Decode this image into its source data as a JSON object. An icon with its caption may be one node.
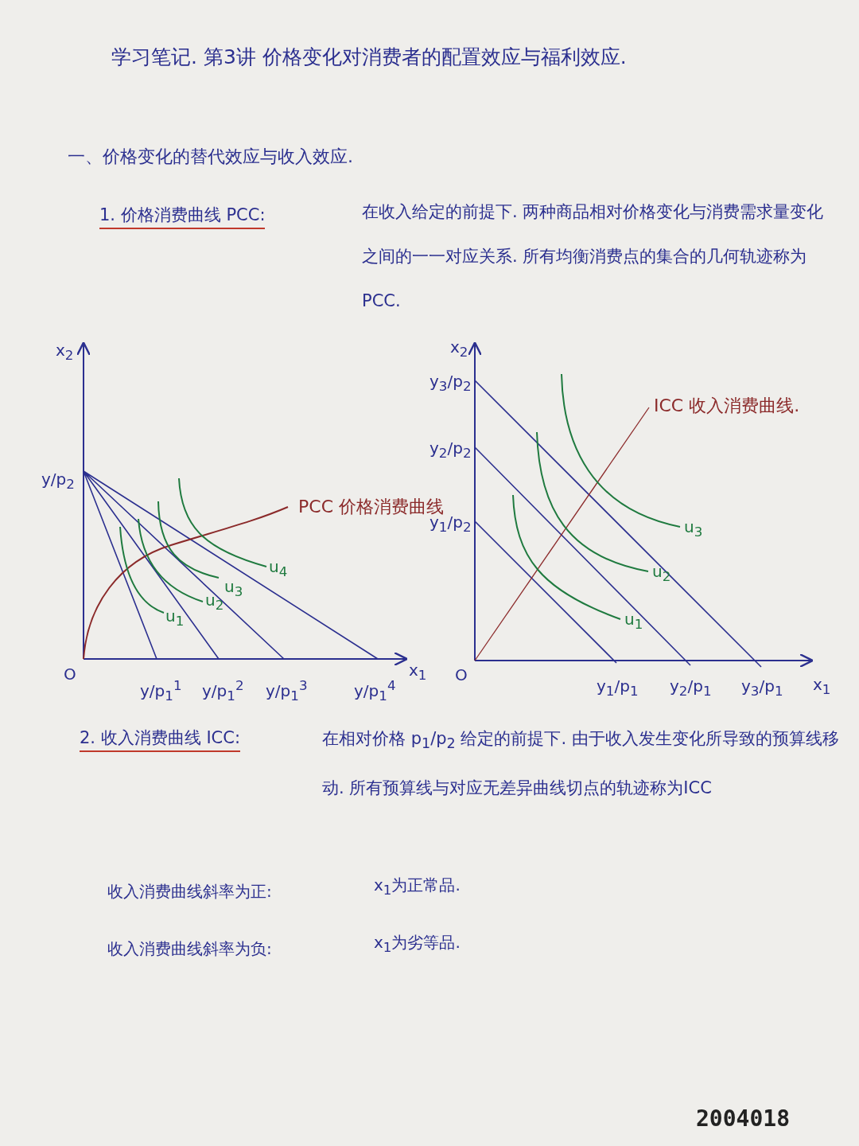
{
  "diagram": {
    "title": "学习笔记. 第3讲 价格变化对消费者的配置效应与福利效应.",
    "labels": [
      "一、价格变化的替代效应与收入效应.",
      "1. 价格消费曲线 PCC:",
      "在收入给定的前提下. 两种商品相对价格变化与消费需求量变化之间的一一对应关系. 所有均衡消费点的集合的几何轨迹称为 PCC.",
      "x$_{2}$",
      "y/p$_{2}$",
      "PCC 价格消费曲线",
      "u$_{4}$",
      "u$_{3}$",
      "u$_{2}$",
      "u$_{1}$",
      "O",
      "x$_{1}$",
      "y/p$_{1}$$^{1}$",
      "y/p$_{1}$$^{2}$",
      "y/p$_{1}$$^{3}$",
      "y/p$_{1}$$^{4}$",
      "x$_{2}$",
      "y$_{3}$/p$_{2}$",
      "y$_{2}$/p$_{2}$",
      "ICC 收入消费曲线.",
      "y$_{1}$/p$_{2}$",
      "u$_{3}$",
      "u$_{2}$",
      "u$_{1}$",
      "O",
      "y$_{1}$/p$_{1}$",
      "y$_{2}$/p$_{1}$",
      "y$_{3}$/p$_{1}$",
      "x$_{1}$",
      "2. 收入消费曲线 ICC:",
      "在相对价格 p$_{1}$/p$_{2}$ 给定的前提下. 由于收入发生变化所导致的预算线移动. 所有预算线与对应无差异曲线切点的轨迹称为ICC",
      "收入消费曲线斜率为正:",
      "x$_{1}$为正常品.",
      "收入消费曲线斜率为负:",
      "x$_{1}$为劣等品.",
      "2004018"
    ]
  }
}
